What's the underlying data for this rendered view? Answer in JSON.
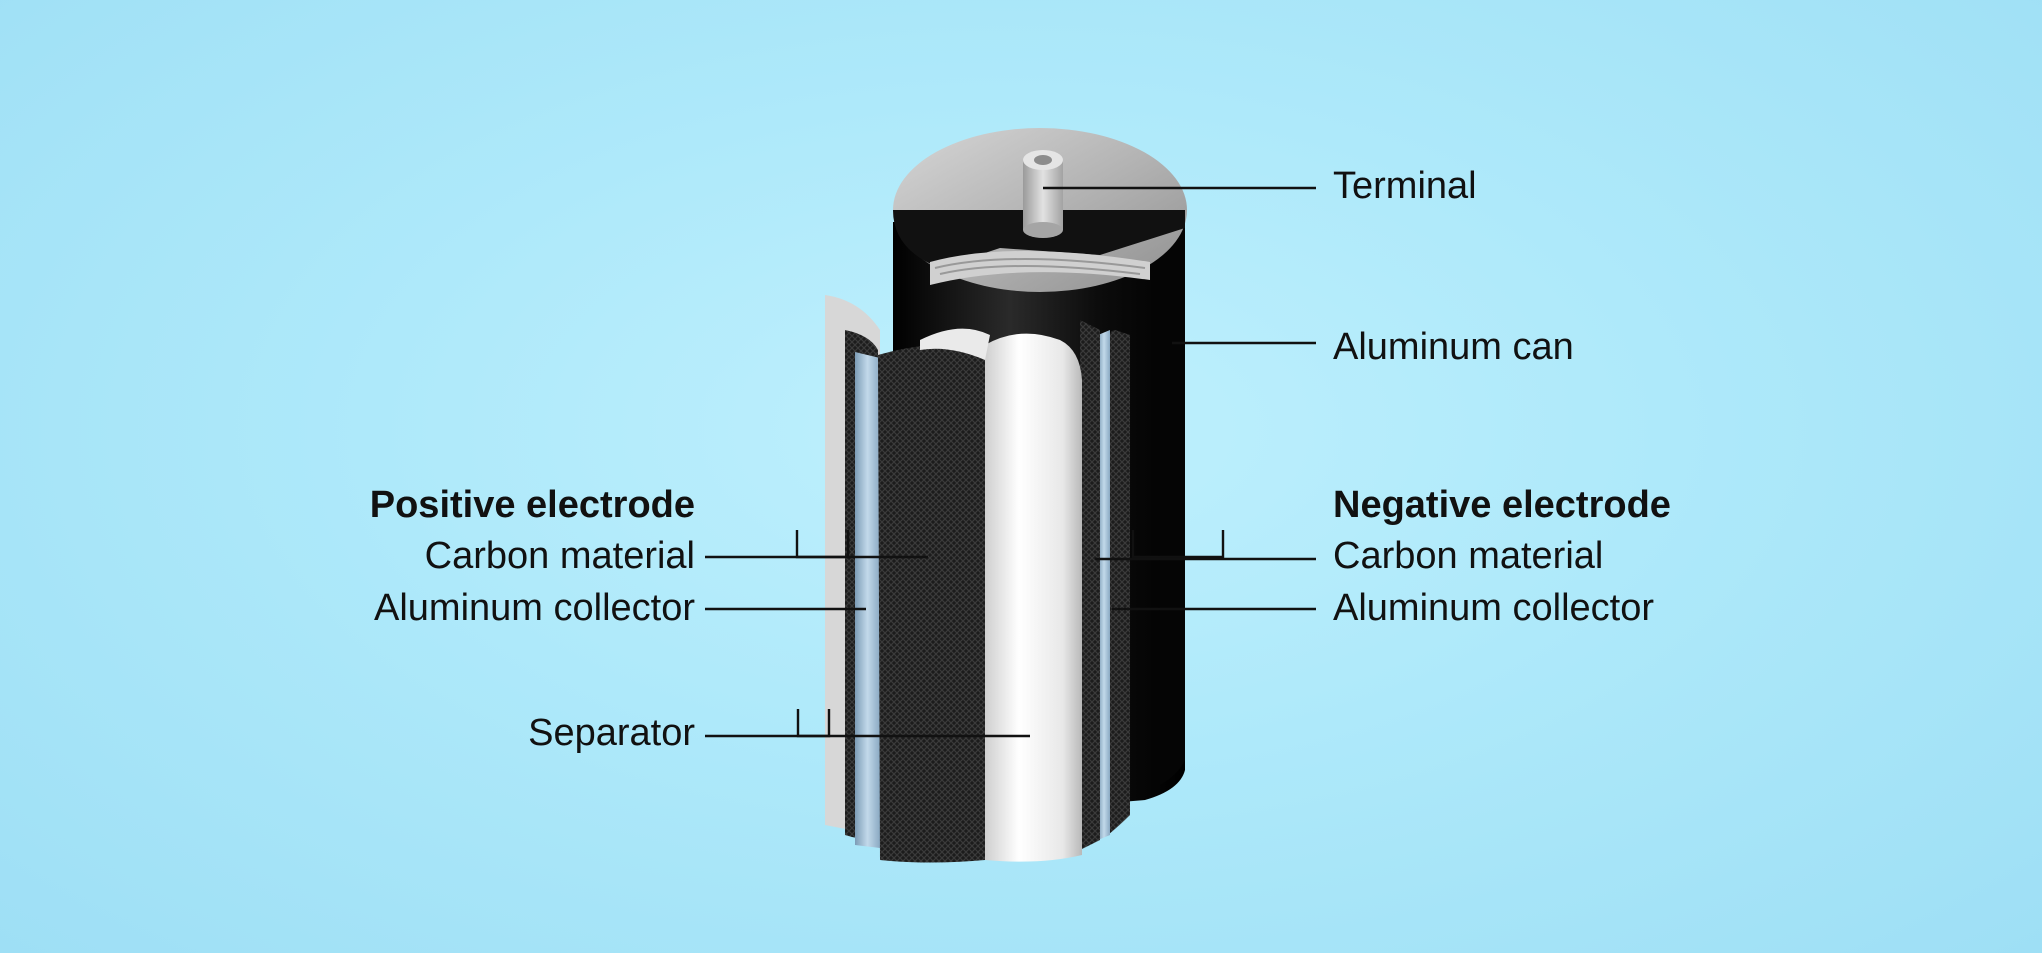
{
  "labels": {
    "terminal": "Terminal",
    "aluminum_can": "Aluminum can",
    "positive": {
      "heading": "Positive electrode",
      "carbon": "Carbon material",
      "collector": "Aluminum collector"
    },
    "negative": {
      "heading": "Negative electrode",
      "carbon": "Carbon material",
      "collector": "Aluminum collector"
    },
    "separator": "Separator"
  },
  "colors": {
    "background": "#aee9fa",
    "can": "#111111",
    "lid": "#bdbdbd",
    "separator": "#f2f2f2",
    "collector": "#a9c6dd",
    "carbon": "#1c1c1c",
    "leader_lines": "#111111"
  }
}
